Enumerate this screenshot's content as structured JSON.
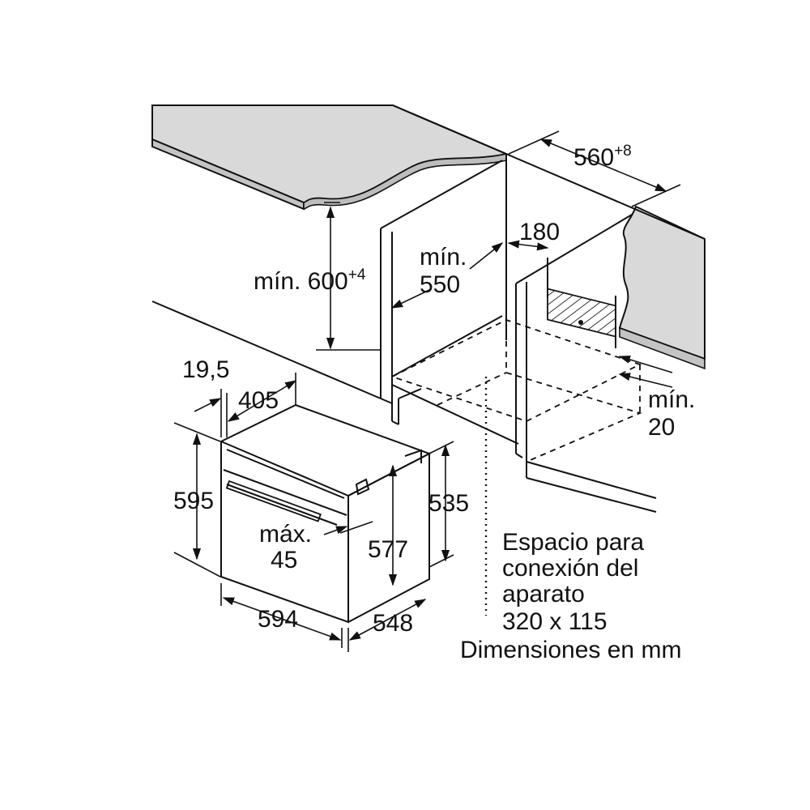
{
  "colors": {
    "countertop": "#d9d9d9",
    "line": "#111111",
    "background": "#ffffff"
  },
  "dimensions": {
    "niche_width": "560",
    "niche_width_tol": "+8",
    "niche_height_label": "mín. 600",
    "niche_height_tol": "+4",
    "niche_depth_l1": "mín.",
    "niche_depth_l2": "550",
    "connection_offset": "180",
    "gap_l1": "mín.",
    "gap_l2": "20",
    "front_trim": "19,5",
    "top_depth": "405",
    "oven_height": "595",
    "body_height": "535",
    "inner_height": "577",
    "handle_l1": "máx.",
    "handle_l2": "45",
    "oven_width": "594",
    "oven_depth": "548"
  },
  "note": {
    "line1": "Espacio para",
    "line2": "conexión del",
    "line3": "aparato",
    "line4": "320 x 115",
    "units": "Dimensiones en mm"
  }
}
